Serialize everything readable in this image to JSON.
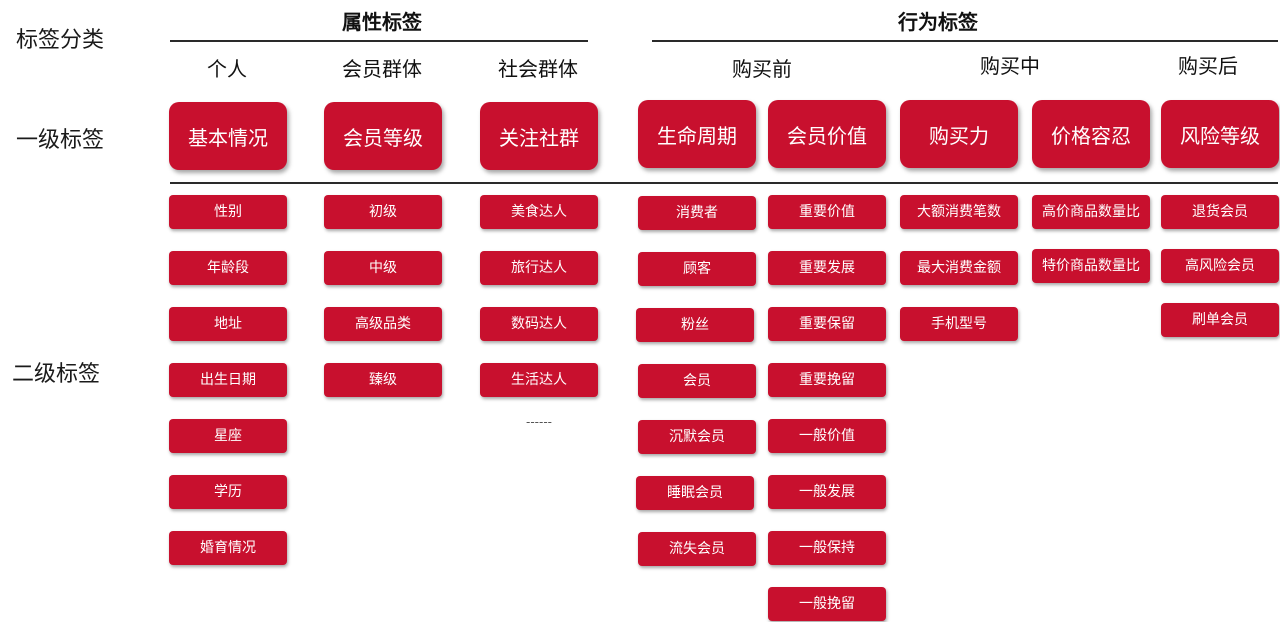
{
  "colors": {
    "tag_red": "#c8102e",
    "tag_red_dark": "#b00d26"
  },
  "row_labels": {
    "category": "标签分类",
    "level1": "一级标签",
    "level2": "二级标签"
  },
  "groups": [
    {
      "title": "属性标签"
    },
    {
      "title": "行为标签"
    }
  ],
  "column_heads": [
    {
      "label": "个人"
    },
    {
      "label": "会员群体"
    },
    {
      "label": "社会群体"
    },
    {
      "label": "购买前"
    },
    {
      "label": "购买中"
    },
    {
      "label": "购买后"
    }
  ],
  "columns": [
    {
      "level1": "基本情况",
      "level2": [
        "性别",
        "年龄段",
        "地址",
        "出生日期",
        "星座",
        "学历",
        "婚育情况"
      ]
    },
    {
      "level1": "会员等级",
      "level2": [
        "初级",
        "中级",
        "高级品类",
        "臻级"
      ]
    },
    {
      "level1": "关注社群",
      "level2": [
        "美食达人",
        "旅行达人",
        "数码达人",
        "生活达人"
      ],
      "more": "------"
    },
    {
      "level1": "生命周期",
      "level2": [
        "消费者",
        "顾客",
        "粉丝",
        "会员",
        "沉默会员",
        "睡眠会员",
        "流失会员"
      ]
    },
    {
      "level1": "会员价值",
      "level2": [
        "重要价值",
        "重要发展",
        "重要保留",
        "重要挽留",
        "一般价值",
        "一般发展",
        "一般保持",
        "一般挽留"
      ]
    },
    {
      "level1": "购买力",
      "level2": [
        "大额消费笔数",
        "最大消费金额",
        "手机型号"
      ]
    },
    {
      "level1": "价格容忍",
      "level2": [
        "高价商品数量比",
        "特价商品数量比"
      ]
    },
    {
      "level1": "风险等级",
      "level2": [
        "退货会员",
        "高风险会员",
        "刷单会员"
      ]
    }
  ]
}
